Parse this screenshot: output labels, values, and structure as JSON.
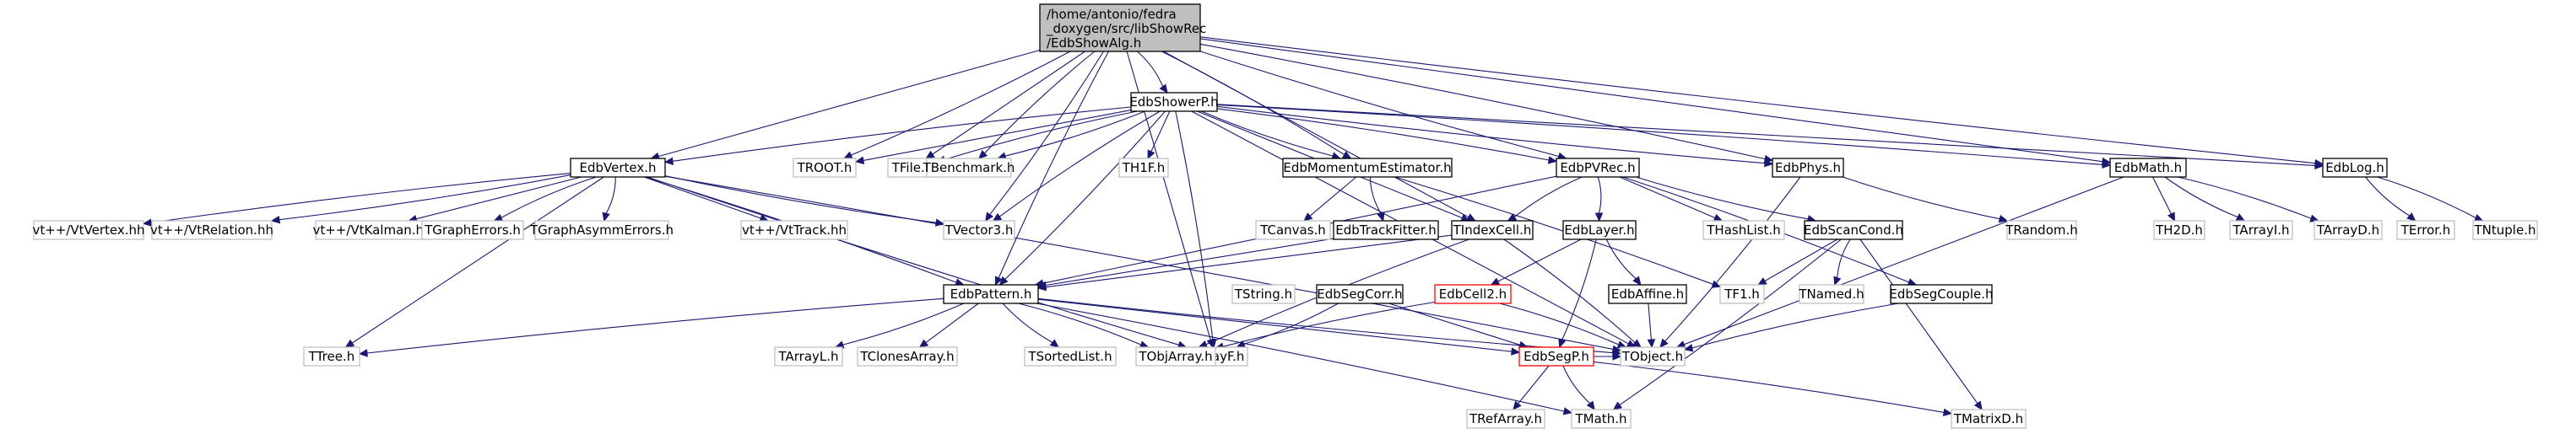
{
  "root": {
    "lines": [
      "/home/antonio/fedra",
      "_doxygen/src/libShowRec",
      "/EdbShowAlg.h"
    ]
  },
  "nodes": [
    {
      "id": "EdbShowerP.h",
      "style": "std"
    },
    {
      "id": "EdbVertex.h",
      "style": "std"
    },
    {
      "id": "EdbPattern.h",
      "style": "std"
    },
    {
      "id": "TROOT.h",
      "style": "ext"
    },
    {
      "id": "TFile.h",
      "style": "ext"
    },
    {
      "id": "TBenchmark.h",
      "style": "ext"
    },
    {
      "id": "EdbMomentumEstimator.h",
      "style": "std"
    },
    {
      "id": "TIndexCell.h",
      "style": "std"
    },
    {
      "id": "EdbPVRec.h",
      "style": "std"
    },
    {
      "id": "EdbPhys.h",
      "style": "std"
    },
    {
      "id": "EdbMath.h",
      "style": "std"
    },
    {
      "id": "EdbLog.h",
      "style": "std"
    },
    {
      "id": "TVector3.h",
      "style": "ext"
    },
    {
      "id": "TH1F.h",
      "style": "ext"
    },
    {
      "id": "TArrayF.h",
      "style": "ext"
    },
    {
      "id": "TObject.h",
      "style": "ext"
    },
    {
      "id": "TTree.h",
      "style": "ext"
    },
    {
      "id": "vt++/VtVertex.hh",
      "style": "ext"
    },
    {
      "id": "vt++/VtRelation.hh",
      "style": "ext"
    },
    {
      "id": "vt++/VtKalman.hh",
      "style": "ext"
    },
    {
      "id": "TGraphErrors.h",
      "style": "ext"
    },
    {
      "id": "TGraphAsymmErrors.h",
      "style": "ext"
    },
    {
      "id": "vt++/VtTrack.hh",
      "style": "ext"
    },
    {
      "id": "TCanvas.h",
      "style": "ext"
    },
    {
      "id": "EdbTrackFitter.h",
      "style": "std"
    },
    {
      "id": "TF1.h",
      "style": "ext"
    },
    {
      "id": "EdbLayer.h",
      "style": "std"
    },
    {
      "id": "THashList.h",
      "style": "ext"
    },
    {
      "id": "EdbScanCond.h",
      "style": "std"
    },
    {
      "id": "EdbSegCouple.h",
      "style": "std"
    },
    {
      "id": "TRandom.h",
      "style": "ext"
    },
    {
      "id": "TH2D.h",
      "style": "ext"
    },
    {
      "id": "TArrayI.h",
      "style": "ext"
    },
    {
      "id": "TArrayD.h",
      "style": "ext"
    },
    {
      "id": "TError.h",
      "style": "ext"
    },
    {
      "id": "TNtuple.h",
      "style": "ext"
    },
    {
      "id": "TString.h",
      "style": "ext"
    },
    {
      "id": "EdbSegCorr.h",
      "style": "std"
    },
    {
      "id": "EdbCell2.h",
      "style": "red"
    },
    {
      "id": "EdbAffine.h",
      "style": "std"
    },
    {
      "id": "TNamed.h",
      "style": "ext"
    },
    {
      "id": "TMatrixD.h",
      "style": "ext"
    },
    {
      "id": "EdbSegP.h",
      "style": "red"
    },
    {
      "id": "TArrayL.h",
      "style": "ext"
    },
    {
      "id": "TClonesArray.h",
      "style": "ext"
    },
    {
      "id": "TSortedList.h",
      "style": "ext"
    },
    {
      "id": "TObjArray.h",
      "style": "ext"
    },
    {
      "id": "TRefArray.h",
      "style": "ext"
    },
    {
      "id": "TMath.h",
      "style": "ext"
    }
  ],
  "edges": [
    [
      "ROOT",
      "EdbShowerP.h"
    ],
    [
      "ROOT",
      "EdbVertex.h"
    ],
    [
      "ROOT",
      "EdbPattern.h"
    ],
    [
      "ROOT",
      "TROOT.h"
    ],
    [
      "ROOT",
      "TFile.h"
    ],
    [
      "ROOT",
      "TBenchmark.h"
    ],
    [
      "ROOT",
      "EdbMomentumEstimator.h"
    ],
    [
      "ROOT",
      "TIndexCell.h"
    ],
    [
      "ROOT",
      "EdbPVRec.h"
    ],
    [
      "ROOT",
      "EdbPhys.h"
    ],
    [
      "ROOT",
      "EdbMath.h"
    ],
    [
      "ROOT",
      "EdbLog.h"
    ],
    [
      "ROOT",
      "TVector3.h"
    ],
    [
      "ROOT",
      "TArrayF.h"
    ],
    [
      "EdbShowerP.h",
      "EdbVertex.h"
    ],
    [
      "EdbShowerP.h",
      "EdbPattern.h"
    ],
    [
      "EdbShowerP.h",
      "TROOT.h"
    ],
    [
      "EdbShowerP.h",
      "TFile.h"
    ],
    [
      "EdbShowerP.h",
      "TBenchmark.h"
    ],
    [
      "EdbShowerP.h",
      "TH1F.h"
    ],
    [
      "EdbShowerP.h",
      "EdbMomentumEstimator.h"
    ],
    [
      "EdbShowerP.h",
      "EdbPVRec.h"
    ],
    [
      "EdbShowerP.h",
      "TIndexCell.h"
    ],
    [
      "EdbShowerP.h",
      "EdbPhys.h"
    ],
    [
      "EdbShowerP.h",
      "EdbMath.h"
    ],
    [
      "EdbShowerP.h",
      "EdbLog.h"
    ],
    [
      "EdbShowerP.h",
      "TVector3.h"
    ],
    [
      "EdbShowerP.h",
      "TArrayF.h"
    ],
    [
      "EdbShowerP.h",
      "TObject.h"
    ],
    [
      "EdbVertex.h",
      "vt++/VtVertex.hh"
    ],
    [
      "EdbVertex.h",
      "vt++/VtRelation.hh"
    ],
    [
      "EdbVertex.h",
      "vt++/VtKalman.hh"
    ],
    [
      "EdbVertex.h",
      "TGraphErrors.h"
    ],
    [
      "EdbVertex.h",
      "TGraphAsymmErrors.h"
    ],
    [
      "EdbVertex.h",
      "vt++/VtTrack.hh"
    ],
    [
      "EdbVertex.h",
      "TVector3.h"
    ],
    [
      "EdbVertex.h",
      "EdbPattern.h"
    ],
    [
      "EdbVertex.h",
      "TTree.h"
    ],
    [
      "EdbVertex.h",
      "TArrayF.h"
    ],
    [
      "EdbVertex.h",
      "TObject.h"
    ],
    [
      "EdbMomentumEstimator.h",
      "TCanvas.h"
    ],
    [
      "EdbMomentumEstimator.h",
      "EdbTrackFitter.h"
    ],
    [
      "EdbMomentumEstimator.h",
      "TF1.h"
    ],
    [
      "EdbTrackFitter.h",
      "EdbPattern.h"
    ],
    [
      "EdbPVRec.h",
      "TIndexCell.h"
    ],
    [
      "EdbPVRec.h",
      "EdbLayer.h"
    ],
    [
      "EdbPVRec.h",
      "THashList.h"
    ],
    [
      "EdbPVRec.h",
      "EdbScanCond.h"
    ],
    [
      "EdbPVRec.h",
      "EdbSegCouple.h"
    ],
    [
      "EdbPVRec.h",
      "EdbPattern.h"
    ],
    [
      "EdbPhys.h",
      "TRandom.h"
    ],
    [
      "EdbPhys.h",
      "TObject.h"
    ],
    [
      "EdbMath.h",
      "TH2D.h"
    ],
    [
      "EdbMath.h",
      "TArrayI.h"
    ],
    [
      "EdbMath.h",
      "TArrayD.h"
    ],
    [
      "EdbMath.h",
      "TObject.h"
    ],
    [
      "EdbLog.h",
      "TError.h"
    ],
    [
      "EdbLog.h",
      "TNtuple.h"
    ],
    [
      "TIndexCell.h",
      "EdbPattern.h"
    ],
    [
      "TIndexCell.h",
      "TObjArray.h"
    ],
    [
      "TIndexCell.h",
      "TObject.h"
    ],
    [
      "EdbLayer.h",
      "EdbCell2.h"
    ],
    [
      "EdbLayer.h",
      "EdbAffine.h"
    ],
    [
      "EdbLayer.h",
      "EdbSegP.h"
    ],
    [
      "EdbScanCond.h",
      "TF1.h"
    ],
    [
      "EdbScanCond.h",
      "TNamed.h"
    ],
    [
      "EdbScanCond.h",
      "TMath.h"
    ],
    [
      "EdbScanCond.h",
      "TMatrixD.h"
    ],
    [
      "EdbSegCouple.h",
      "TObject.h"
    ],
    [
      "EdbSegCorr.h",
      "TArrayF.h"
    ],
    [
      "EdbSegCorr.h",
      "EdbSegP.h"
    ],
    [
      "EdbCell2.h",
      "TObjArray.h"
    ],
    [
      "EdbCell2.h",
      "TObject.h"
    ],
    [
      "EdbAffine.h",
      "TObject.h"
    ],
    [
      "EdbPattern.h",
      "TTree.h"
    ],
    [
      "EdbPattern.h",
      "TArrayL.h"
    ],
    [
      "EdbPattern.h",
      "TClonesArray.h"
    ],
    [
      "EdbPattern.h",
      "TSortedList.h"
    ],
    [
      "EdbPattern.h",
      "TObjArray.h"
    ],
    [
      "EdbPattern.h",
      "EdbSegP.h"
    ],
    [
      "EdbPattern.h",
      "TObject.h"
    ],
    [
      "EdbPattern.h",
      "TMath.h"
    ],
    [
      "EdbSegP.h",
      "TRefArray.h"
    ],
    [
      "EdbSegP.h",
      "TMath.h"
    ],
    [
      "EdbSegP.h",
      "TMatrixD.h"
    ],
    [
      "EdbSegP.h",
      "TObject.h"
    ]
  ],
  "colors": {
    "edge": "#191970",
    "external_border": "#bfbfbf",
    "highlight_border": "#ff0000",
    "root_fill": "#bfbfbf"
  }
}
